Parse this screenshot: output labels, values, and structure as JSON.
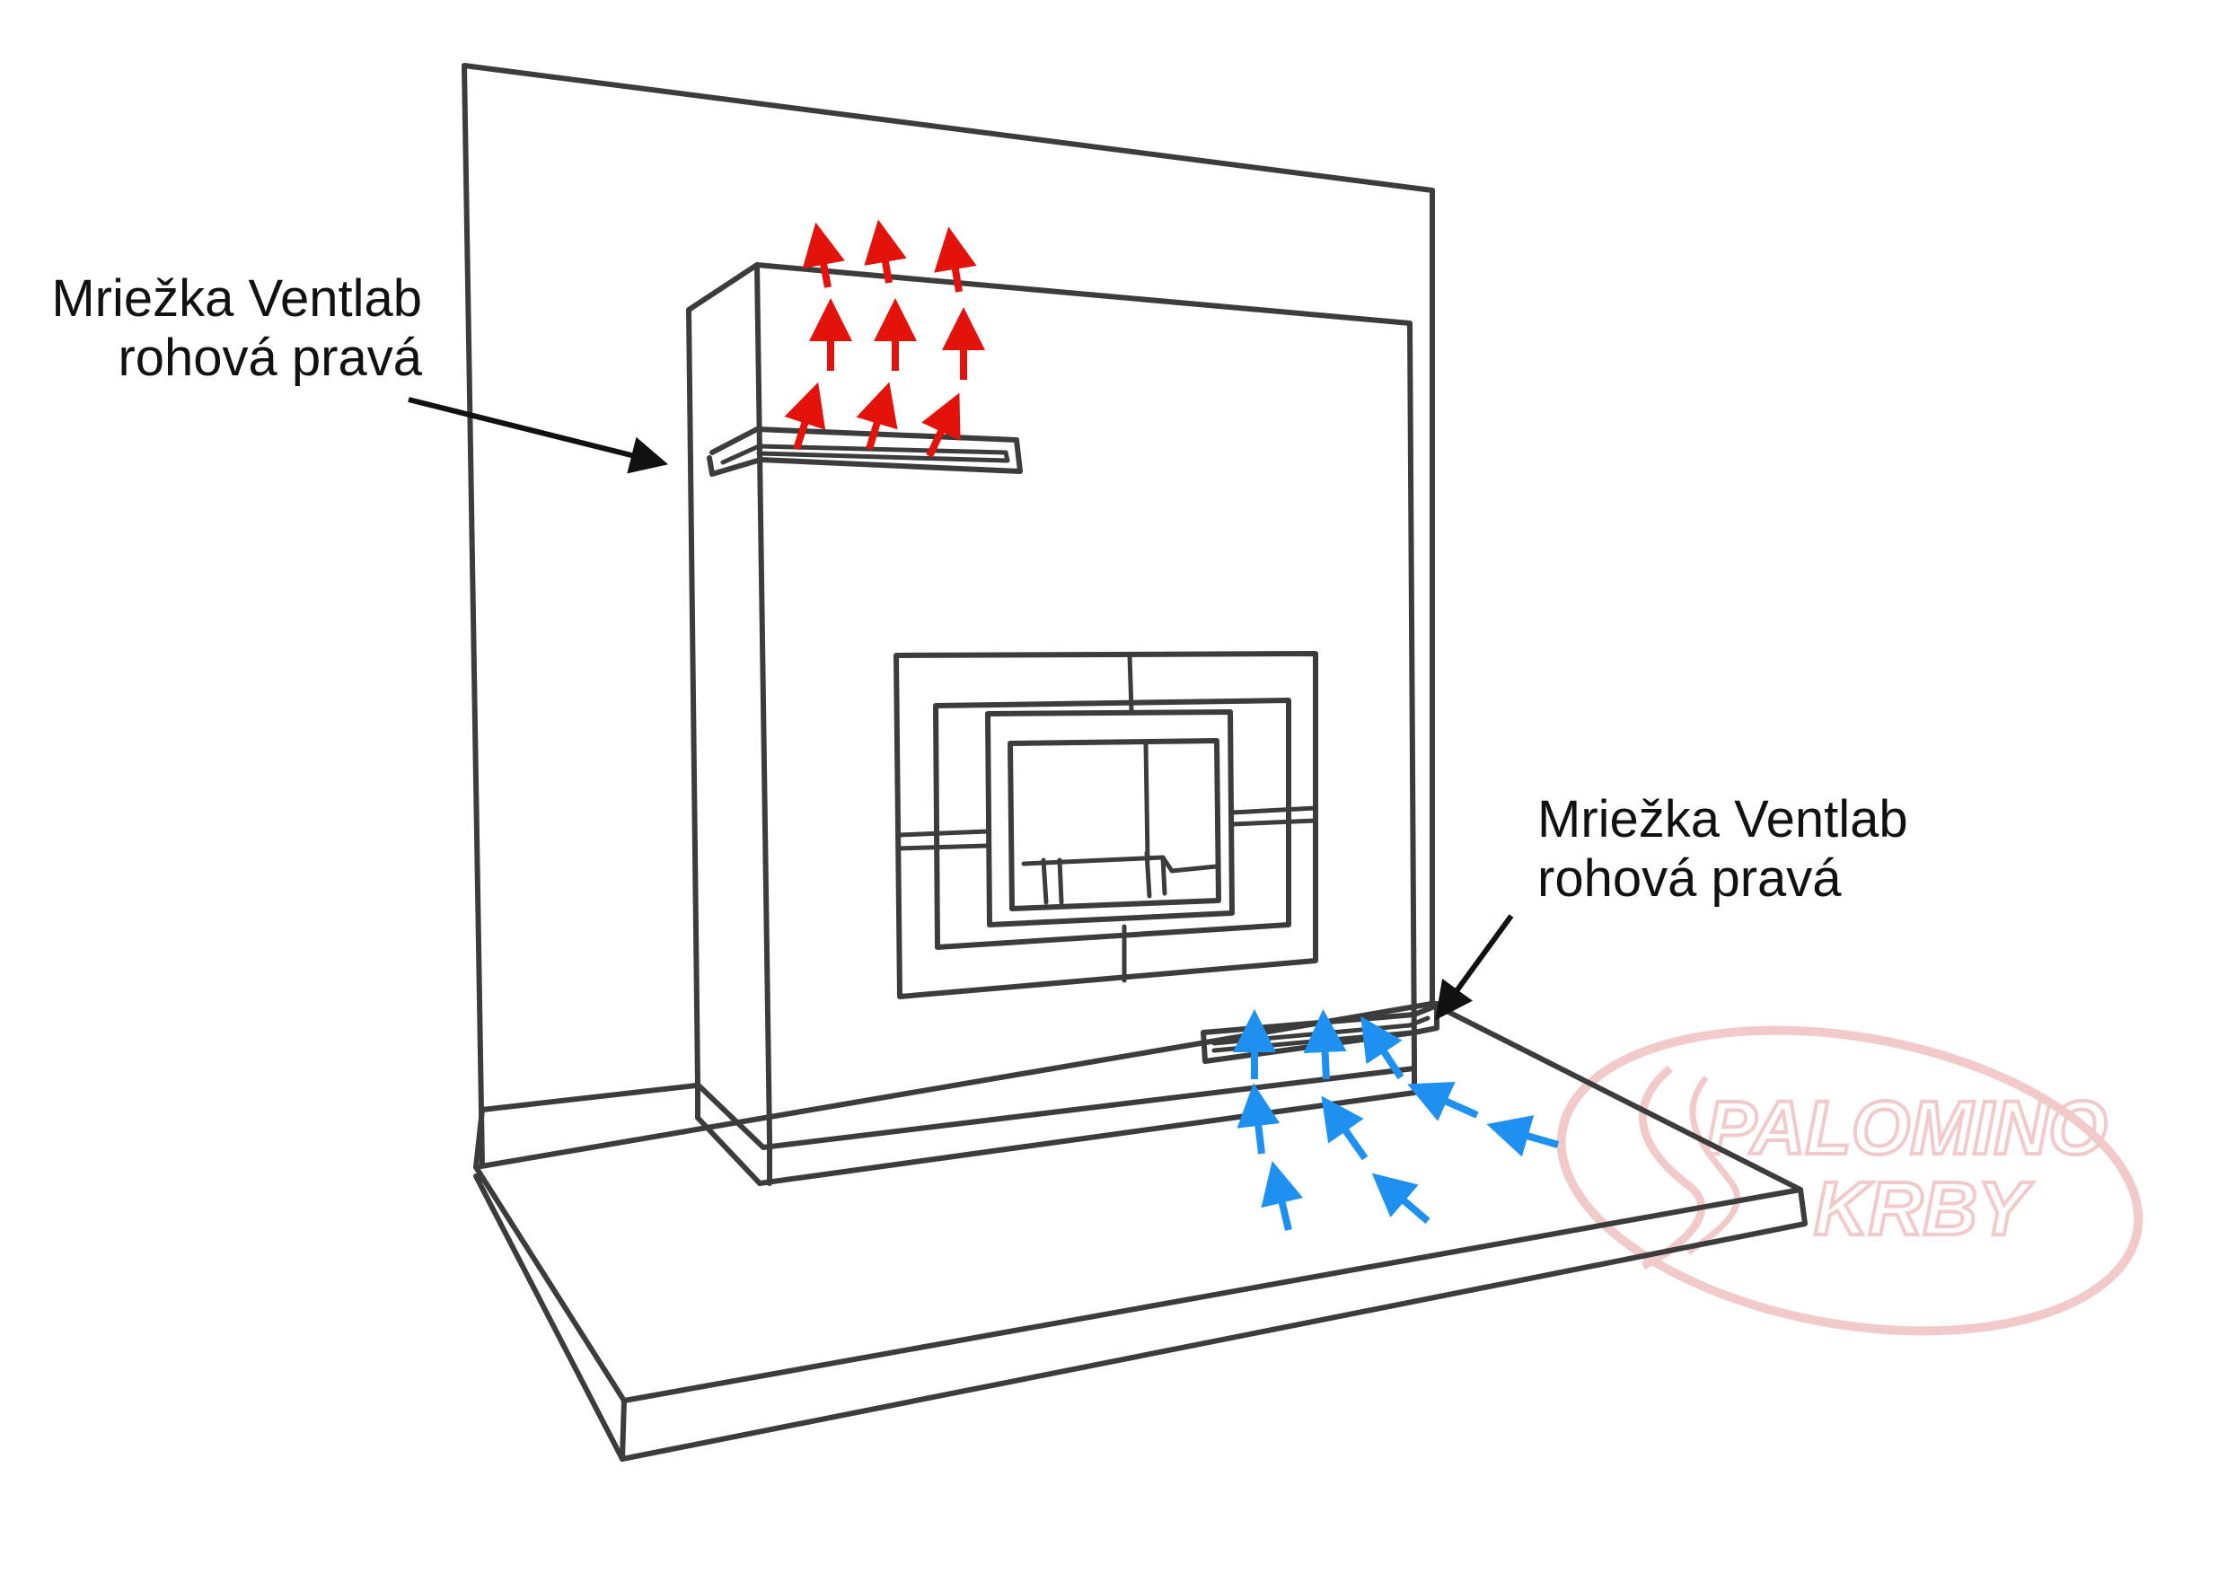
{
  "labels": {
    "top_grille": {
      "line1": "Mriežka Ventlab",
      "line2": "rohová pravá"
    },
    "bottom_grille": {
      "line1": "Mriežka Ventlab",
      "line2": "rohová pravá"
    }
  },
  "watermark": {
    "text_line1": "PALOMINO",
    "text_line2": "KRBY"
  },
  "colors": {
    "outline": "#3c3c3c",
    "hot_air_arrow": "#e3120b",
    "cold_air_arrow": "#1e90f0",
    "watermark": "#e9a0a0",
    "leader_line": "#111111"
  },
  "icons": {
    "hot_air": "arrow-up-icon",
    "cold_air": "arrow-inflow-icon"
  }
}
